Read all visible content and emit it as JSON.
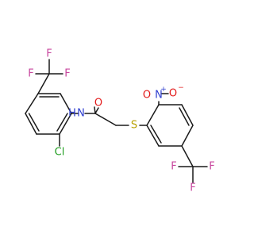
{
  "atoms": {
    "o_carbonyl": "O",
    "nh": "N",
    "nh_h": "H",
    "cl": "Cl",
    "s": "S",
    "n_nitro": "N",
    "n_plus": "+",
    "o_nitro_left": "O",
    "o_nitro_right": "O",
    "o_minus": "−",
    "f_left_top": "F",
    "f_left_left": "F",
    "f_left_right": "F",
    "f_right_bottom": "F",
    "f_right_left": "F",
    "f_right_right": "F"
  },
  "colors": {
    "bond": "#1a1a1a",
    "oxygen": "#e31a1a",
    "nitrogen": "#2f3fcf",
    "chlorine": "#1f9e1f",
    "sulfur": "#b8a000",
    "fluorine": "#c8469e"
  }
}
